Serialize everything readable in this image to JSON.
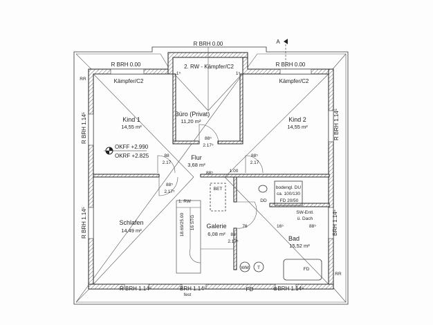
{
  "labels": {
    "top_brh": "R BRH 0.00",
    "section_marker": "A",
    "left_top_brh": "R BRH 0.00",
    "right_top_brh": "R BRH 0.00",
    "bay_window": "2. RW - Kämpfer/C2",
    "kaempfer_left": "Kämpfer/C2",
    "kaempfer_right": "Kämpfer/C2",
    "rr_left": "RR",
    "rr_right": "RR",
    "left_upper_brh": "R BRH 1.14⁵",
    "left_lower_brh": "R BRH 1.14⁵",
    "right_upper_brh": "R BRH 1.14⁵",
    "right_lower_brh": "BRH 1.14⁵",
    "bottom_left_brh": "R BRH 1.14⁵",
    "bottom_mid_brh": "BRH 1.14⁵",
    "bottom_mid_fest": "fest",
    "bottom_fd": "FD",
    "bottom_right_brh": "⊕BRH 1.14⁵",
    "corner_left": "1⁵",
    "corner_right": "1⁵"
  },
  "rooms": [
    {
      "name": "Kind 1",
      "area": "14,55 m²"
    },
    {
      "name": "Büro (Privat)",
      "area": "11,20 m²"
    },
    {
      "name": "Kind 2",
      "area": "14,55 m²"
    },
    {
      "name": "Flur",
      "area": "3,68 m²"
    },
    {
      "name": "Schlafen",
      "area": "14,49 m²"
    },
    {
      "name": "Galerie",
      "area": "6,08 m²"
    },
    {
      "name": "Bad",
      "area": "15,52 m²"
    }
  ],
  "levels": {
    "okff": "OKFF +2.990",
    "okrf": "OKRF +2.825"
  },
  "doors": [
    {
      "w": "88⁵",
      "h": "2.17⁵"
    },
    {
      "w": "88",
      "h": "2.17"
    },
    {
      "w": "88⁵",
      "h": "2.17"
    },
    {
      "w": "88⁵",
      "h": "2.17⁵"
    },
    {
      "w": "88",
      "h": "2.17⁵"
    }
  ],
  "dims": {
    "d1": "88⁵",
    "d2": "1.00",
    "d3": "76",
    "d4": "16⁵",
    "d5": "88⁵"
  },
  "fixtures": {
    "bet": "BET",
    "dd": "DD",
    "shower1": "bodengl. DU",
    "shower2": "ca. 100/130",
    "fd_window": "FD 20/50",
    "vent1": "SW-Entl.",
    "vent2": "ü. Dach",
    "wm": "WM",
    "t": "T",
    "fd_bath": "FD"
  },
  "stairs": {
    "rw": "1. RW",
    "ratio": "18.69/25.00",
    "steps": "16 STG"
  }
}
